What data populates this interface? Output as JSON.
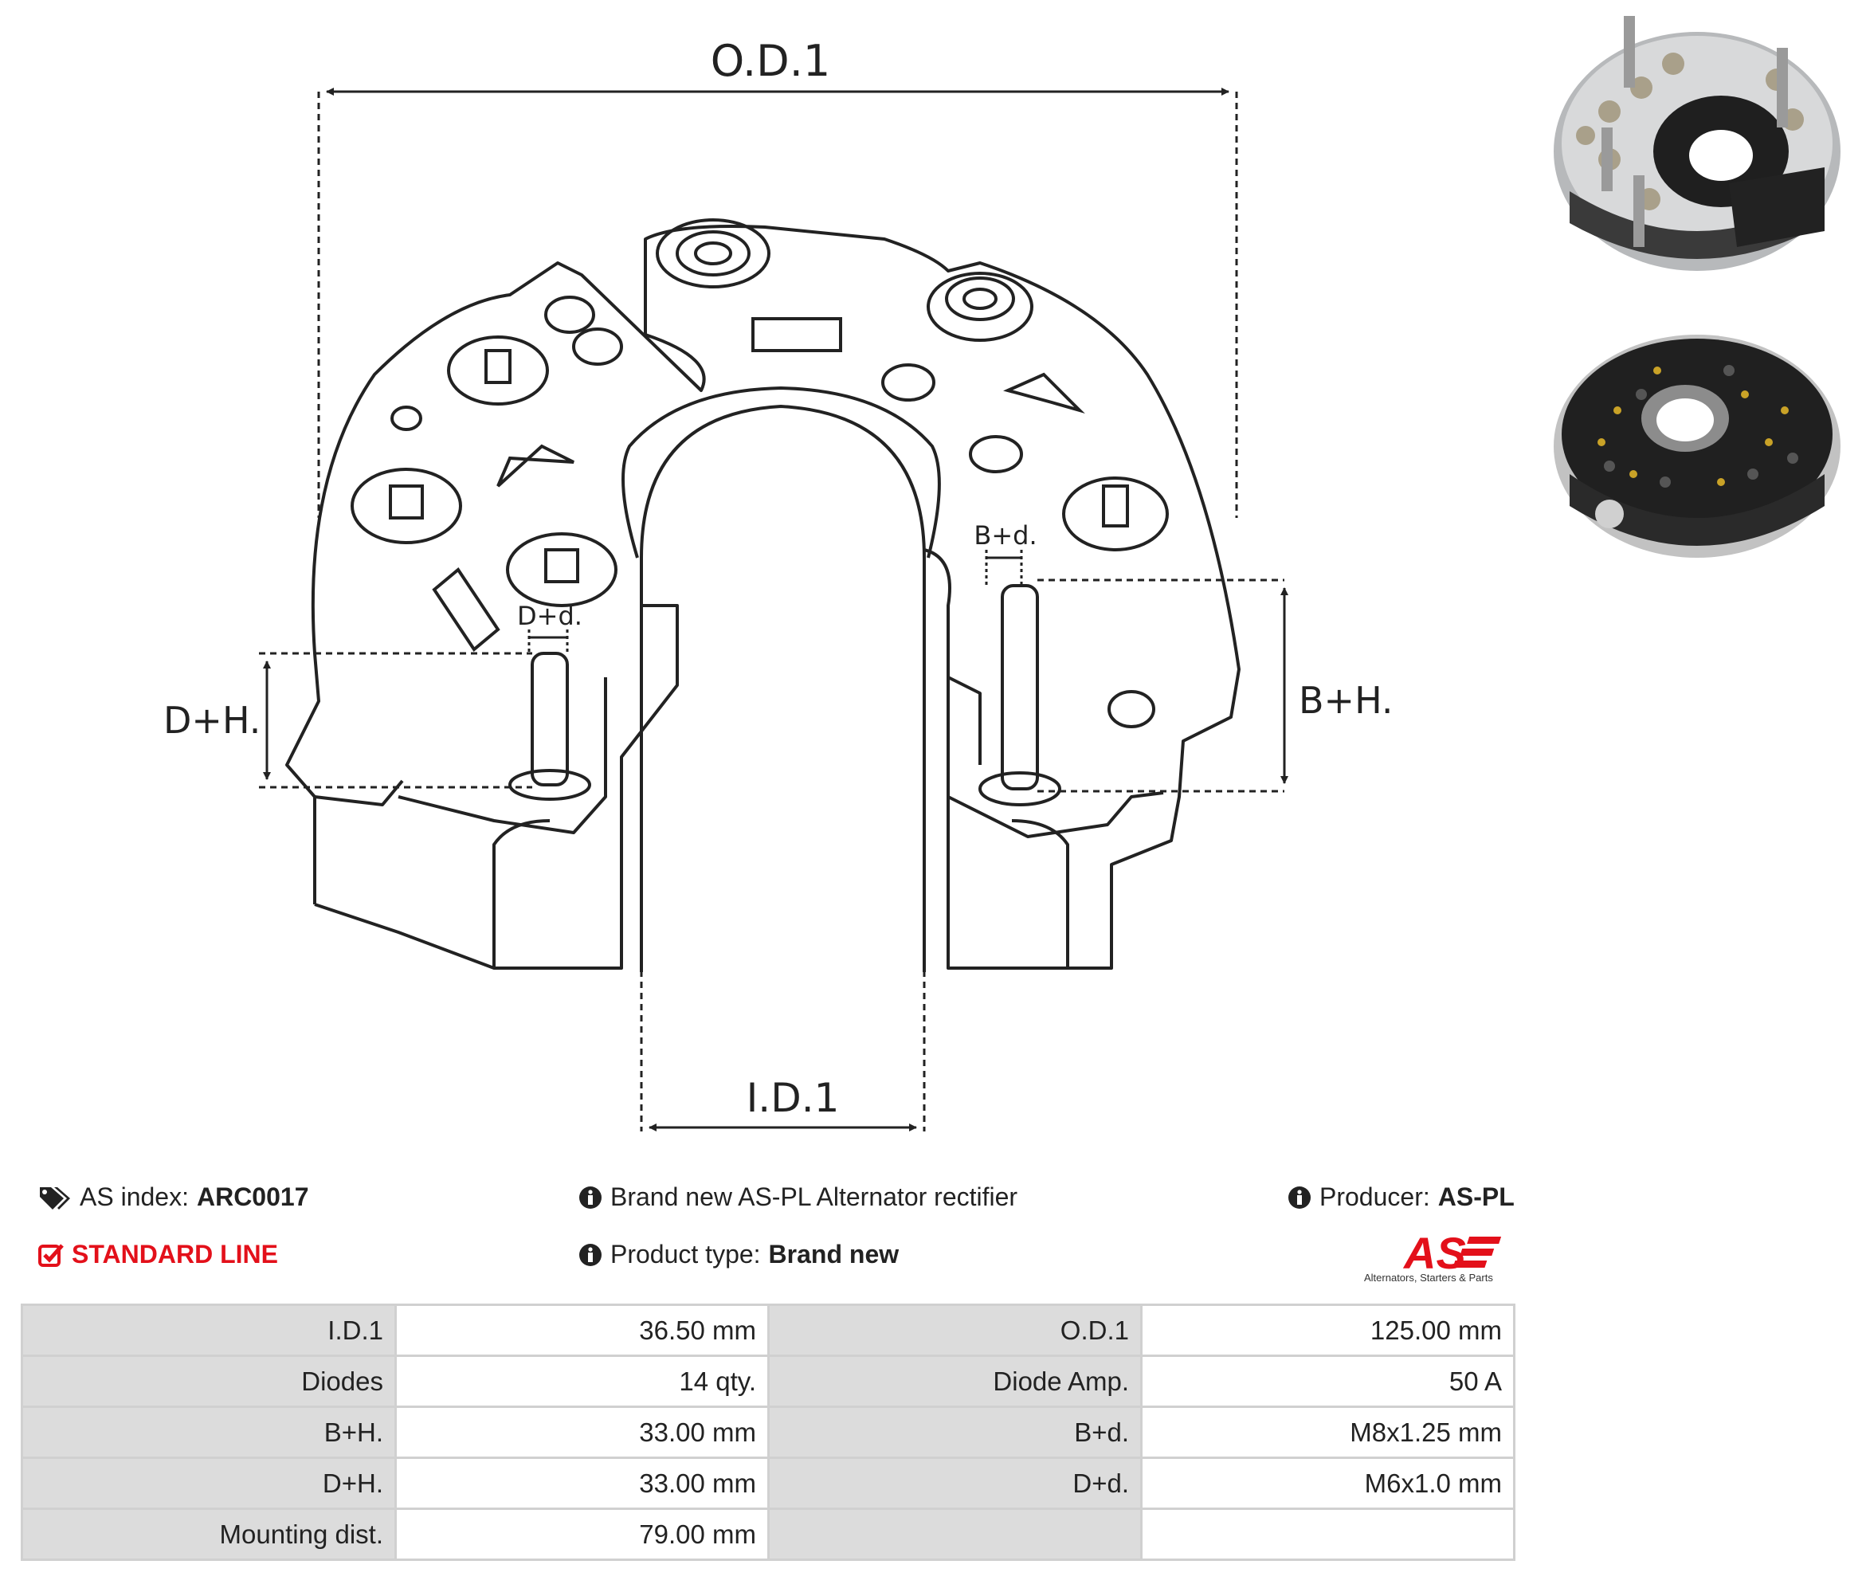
{
  "drawing": {
    "labels": {
      "od1": "O.D.1",
      "id1": "I.D.1",
      "bh": "B+H.",
      "dh": "D+H.",
      "bd": "B+d.",
      "dd": "D+d."
    }
  },
  "info": {
    "as_index_label": "AS index:",
    "as_index_value": "ARC0017",
    "standard_line": "STANDARD LINE",
    "description": "Brand new AS-PL Alternator rectifier",
    "product_type_label": "Product type:",
    "product_type_value": "Brand new",
    "producer_label": "Producer:",
    "producer_value": "AS-PL",
    "logo_text": "AS",
    "logo_tagline": "Alternators, Starters & Parts"
  },
  "specs": [
    {
      "l1": "I.D.1",
      "v1": "36.50 mm",
      "l2": "O.D.1",
      "v2": "125.00 mm"
    },
    {
      "l1": "Diodes",
      "v1": "14 qty.",
      "l2": "Diode Amp.",
      "v2": "50 A"
    },
    {
      "l1": "B+H.",
      "v1": "33.00 mm",
      "l2": "B+d.",
      "v2": "M8x1.25 mm"
    },
    {
      "l1": "D+H.",
      "v1": "33.00 mm",
      "l2": "D+d.",
      "v2": "M6x1.0 mm"
    },
    {
      "l1": "Mounting dist.",
      "v1": "79.00 mm",
      "l2": "",
      "v2": ""
    }
  ],
  "colors": {
    "accent_red": "#e3101a",
    "table_label_bg": "#dcdcdc",
    "table_border": "#d0d0d0"
  }
}
